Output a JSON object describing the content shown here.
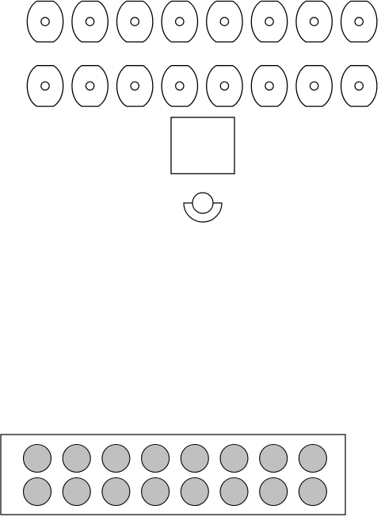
{
  "diagram": {
    "top_rows": [
      {
        "row": 1,
        "pad_count": 8
      },
      {
        "row": 2,
        "pad_count": 8
      }
    ],
    "center_square": {
      "shape": "square"
    },
    "indicator": {
      "shape": "half-circle-with-circle"
    },
    "board": {
      "rows": 2,
      "columns": 8,
      "dot_fill": "#c0c0c0"
    },
    "colors": {
      "stroke": "#000000",
      "background": "#ffffff",
      "dot_fill": "#c0c0c0"
    }
  }
}
